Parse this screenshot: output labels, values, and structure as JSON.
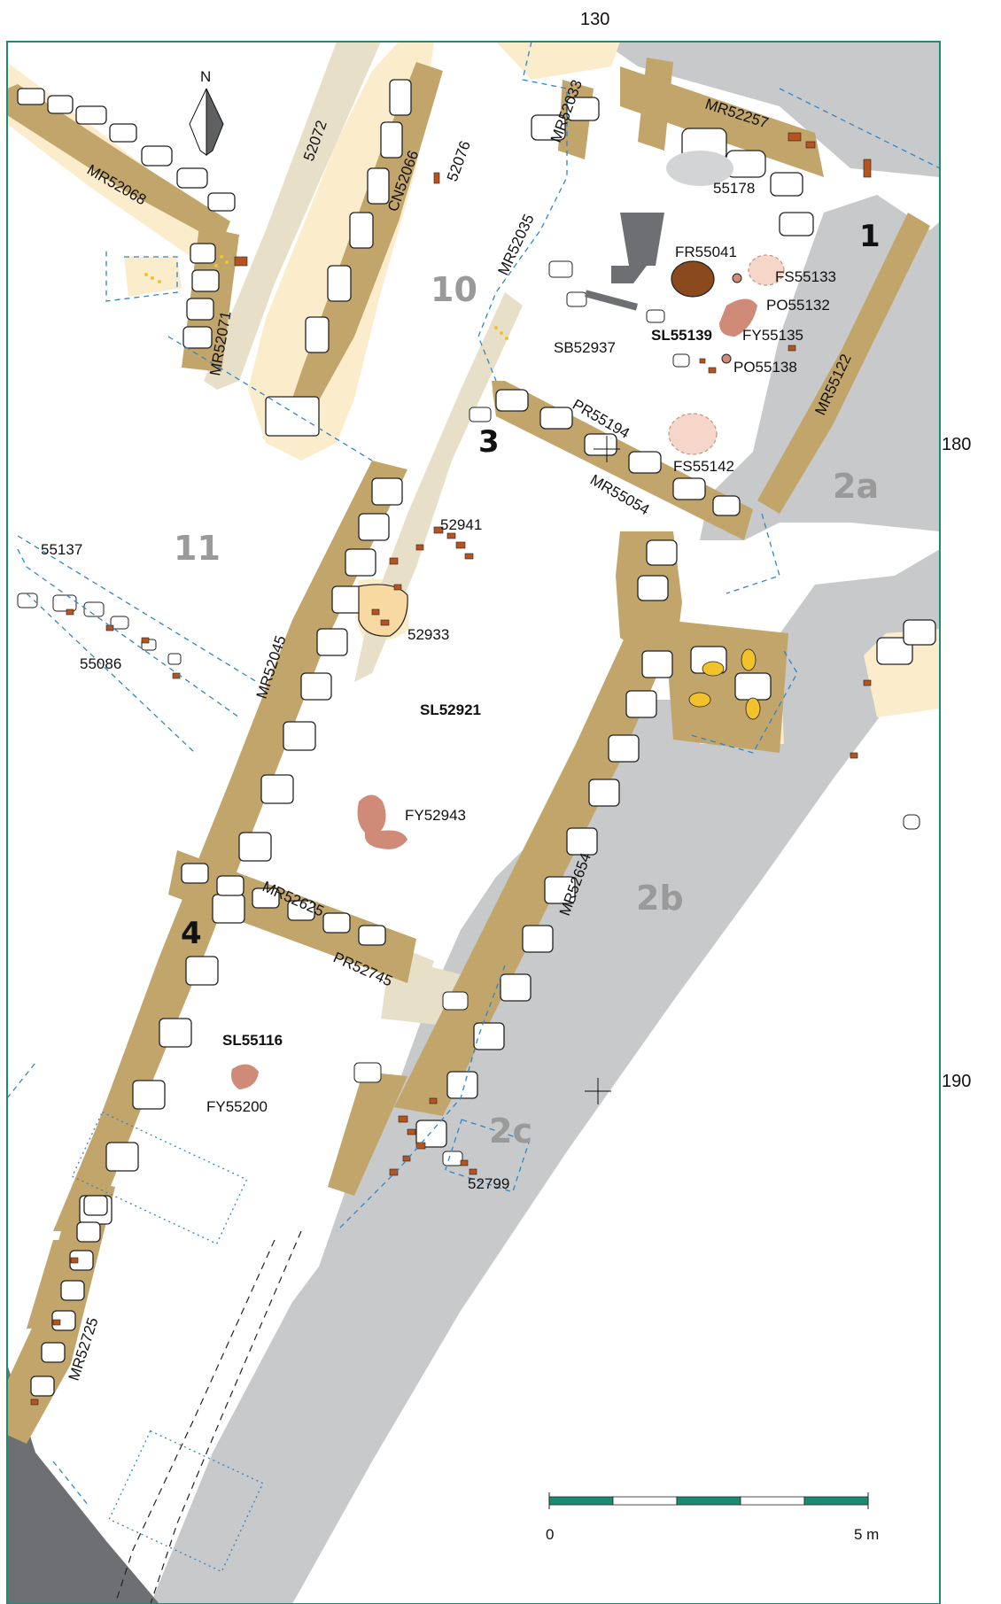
{
  "grid": {
    "top": "130",
    "right_upper": "180",
    "right_lower": "190"
  },
  "north": "N",
  "scale": {
    "start": "0",
    "end": "5 m"
  },
  "colors": {
    "wall": "#c2a56a",
    "beige": "#e8dfc9",
    "cream": "#fbeccb",
    "grey": "#c8c9cb",
    "dark": "#6e6f72",
    "frame": "#1d8a73",
    "dash": "#2f86c6",
    "sherd": "#b6541f",
    "pink": "#cf8a78",
    "yellow": "#f2c22c"
  },
  "rooms": {
    "r1": "1",
    "r2a": "2a",
    "r2b": "2b",
    "r2c": "2c",
    "r3": "3",
    "r4": "4",
    "r10": "10",
    "r11": "11"
  },
  "walls": {
    "mr52257": "MR52257",
    "mr52033": "MR52033",
    "mr52035": "MR52035",
    "mr52068": "MR52068",
    "mr52071": "MR52071",
    "cn52066": "CN52066",
    "w52072": "52072",
    "w52076": "52076",
    "mr55122": "MR55122",
    "pr55194": "PR55194",
    "mr55054": "MR55054",
    "mr52045": "MR52045",
    "mr52654": "MR52654",
    "mr52625": "MR52625",
    "pr52745": "PR52745",
    "mr52725": "MR52725"
  },
  "features": {
    "f55178": "55178",
    "fr55041": "FR55041",
    "fs55133": "FS55133",
    "po55132": "PO55132",
    "sl55139": "SL55139",
    "fy55135": "FY55135",
    "sb52937": "SB52937",
    "po55138": "PO55138",
    "fs55142": "FS55142",
    "f52941": "52941",
    "f52933": "52933",
    "f55137": "55137",
    "f55086": "55086",
    "sl52921": "SL52921",
    "fy52943": "FY52943",
    "sl55116": "SL55116",
    "fy55200": "FY55200",
    "f52799": "52799"
  }
}
